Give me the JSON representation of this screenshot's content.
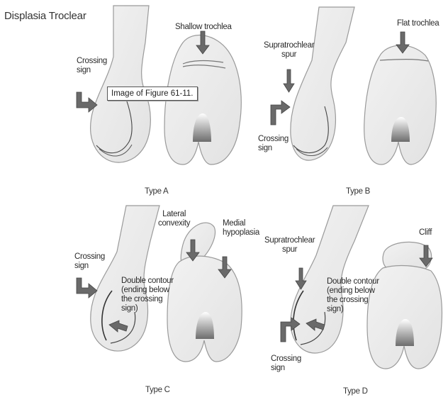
{
  "title": "Displasia Troclear",
  "tooltip": "Image of Figure 61-11.",
  "panels": {
    "a": {
      "type_label": "Type A",
      "labels": {
        "shallow_trochlea": "Shallow trochlea",
        "crossing_sign": "Crossing\nsign"
      }
    },
    "b": {
      "type_label": "Type B",
      "labels": {
        "flat_trochlea": "Flat trochlea",
        "supratrochlear_spur": "Supratrochlear\nspur",
        "crossing_sign": "Crossing\nsign"
      }
    },
    "c": {
      "type_label": "Type C",
      "labels": {
        "lateral_convexity": "Lateral\nconvexity",
        "medial_hypoplasia": "Medial\nhypoplasia",
        "crossing_sign": "Crossing\nsign",
        "double_contour": "Double contour\n(ending below\nthe crossing\nsign)"
      }
    },
    "d": {
      "type_label": "Type D",
      "labels": {
        "supratrochlear_spur": "Supratrochlear\nspur",
        "cliff": "Cliff",
        "double_contour": "Double contour\n(ending below\nthe crossing\nsign)",
        "crossing_sign": "Crossing\nsign"
      }
    }
  }
}
